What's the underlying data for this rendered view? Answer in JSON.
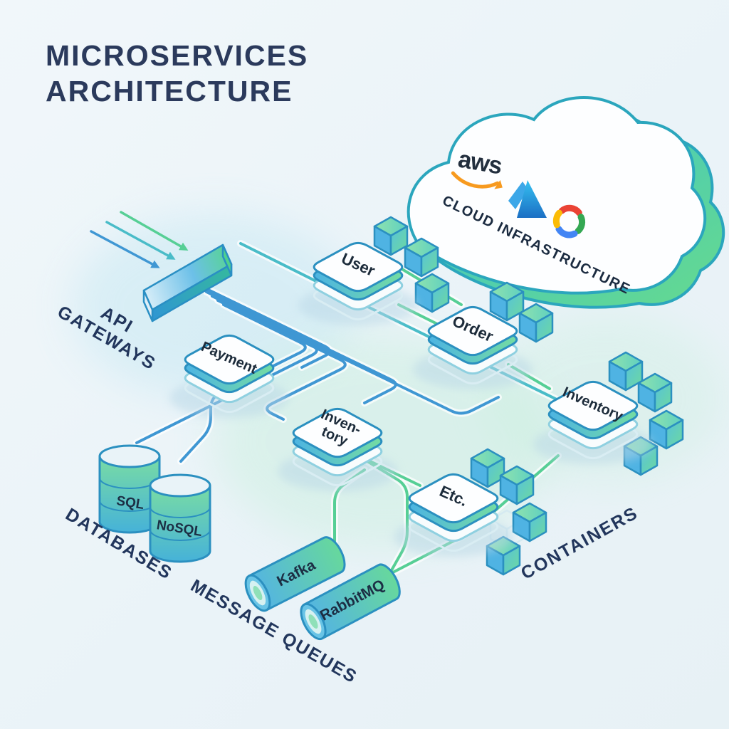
{
  "title": {
    "line1": "MICROSERVICES",
    "line2": "ARCHITECTURE"
  },
  "cloud": {
    "label": "CLOUD INFRASTRUCTURE",
    "aws_logo_text": "aws",
    "provider_icons": [
      "aws-logo",
      "azure-logo",
      "google-cloud-logo"
    ]
  },
  "sections": {
    "api_gateways_line1": "API",
    "api_gateways_line2": "GATEWAYS",
    "databases": "DATABASES",
    "message_queues": "MESSAGE QUEUES",
    "containers": "CONTAINERS"
  },
  "services": {
    "user": "User",
    "order": "Order",
    "payment": "Payment",
    "inventory_mid_line1": "Inven-",
    "inventory_mid_line2": "tory",
    "etc": "Etc.",
    "inventory_right": "Inventory"
  },
  "databases": {
    "sql": "SQL",
    "nosql": "NoSQL"
  },
  "queues": {
    "kafka": "Kafka",
    "rabbitmq": "RabbitMQ"
  },
  "colors": {
    "accent_blue": "#3f97d3",
    "accent_teal": "#49bcc8",
    "accent_green": "#56cf95",
    "navy_text": "#22365c",
    "cloud_outline": "#2ba6bd",
    "aws_orange": "#f79a1f",
    "azure_blue_light": "#3ca7e8",
    "azure_blue_dark": "#2272ba",
    "gcp_red": "#ea4335",
    "gcp_green": "#34a853",
    "gcp_blue": "#4285f4",
    "gcp_yellow": "#fbbc05"
  }
}
